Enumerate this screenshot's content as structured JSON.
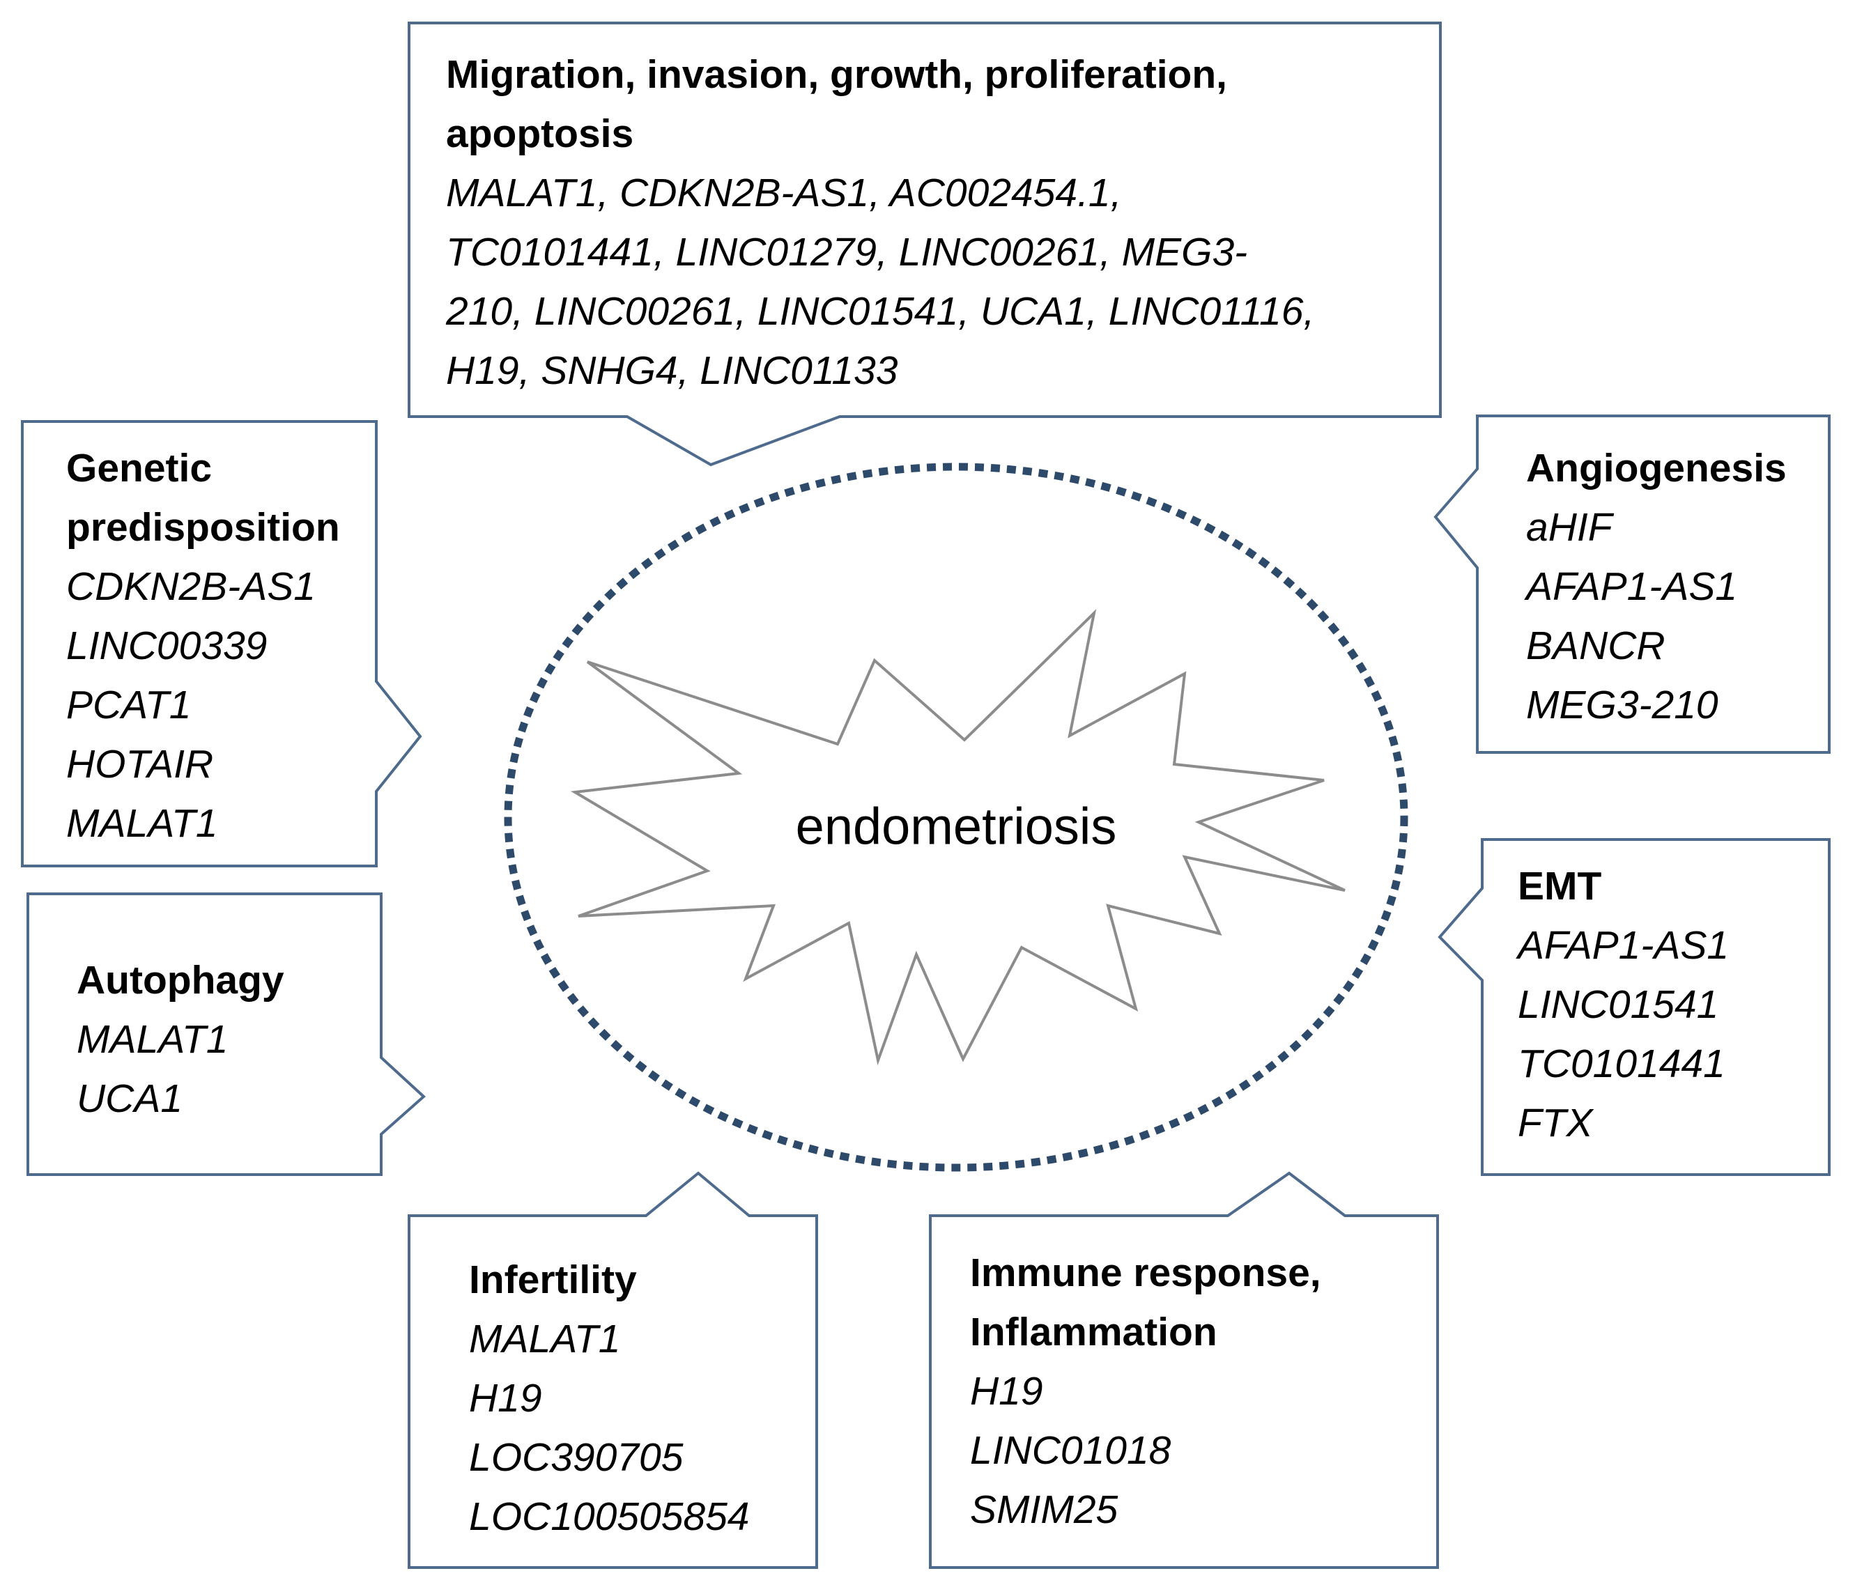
{
  "colors": {
    "box_border": "#4e6a8d",
    "ellipse": "#2e4a6b",
    "starburst": "#8c8c8c"
  },
  "center": {
    "label": "endometriosis"
  },
  "boxes": {
    "migration": {
      "title": "Migration, invasion, growth, proliferation,\napoptosis",
      "genes_text": "MALAT1, CDKN2B-AS1, AC002454.1,\nTC0101441, LINC01279, LINC00261, MEG3-\n210, LINC00261, LINC01541, UCA1, LINC01116,\nH19, SNHG4, LINC01133"
    },
    "genetic": {
      "title": "Genetic\npredisposition",
      "genes": [
        "CDKN2B-AS1",
        "LINC00339",
        "PCAT1",
        "HOTAIR",
        "MALAT1"
      ]
    },
    "autophagy": {
      "title": "Autophagy",
      "genes": [
        "MALAT1",
        "UCA1"
      ]
    },
    "angiogenesis": {
      "title": "Angiogenesis",
      "genes": [
        "aHIF",
        "AFAP1-AS1",
        "BANCR",
        "MEG3-210"
      ]
    },
    "emt": {
      "title": "EMT",
      "genes": [
        "AFAP1-AS1",
        "LINC01541",
        "TC0101441",
        "FTX"
      ]
    },
    "infertility": {
      "title": "Infertility",
      "genes": [
        "MALAT1",
        "H19",
        "LOC390705",
        "LOC100505854"
      ]
    },
    "immune": {
      "title": "Immune response,\nInflammation",
      "genes": [
        "H19",
        "LINC01018",
        "SMIM25"
      ]
    }
  }
}
